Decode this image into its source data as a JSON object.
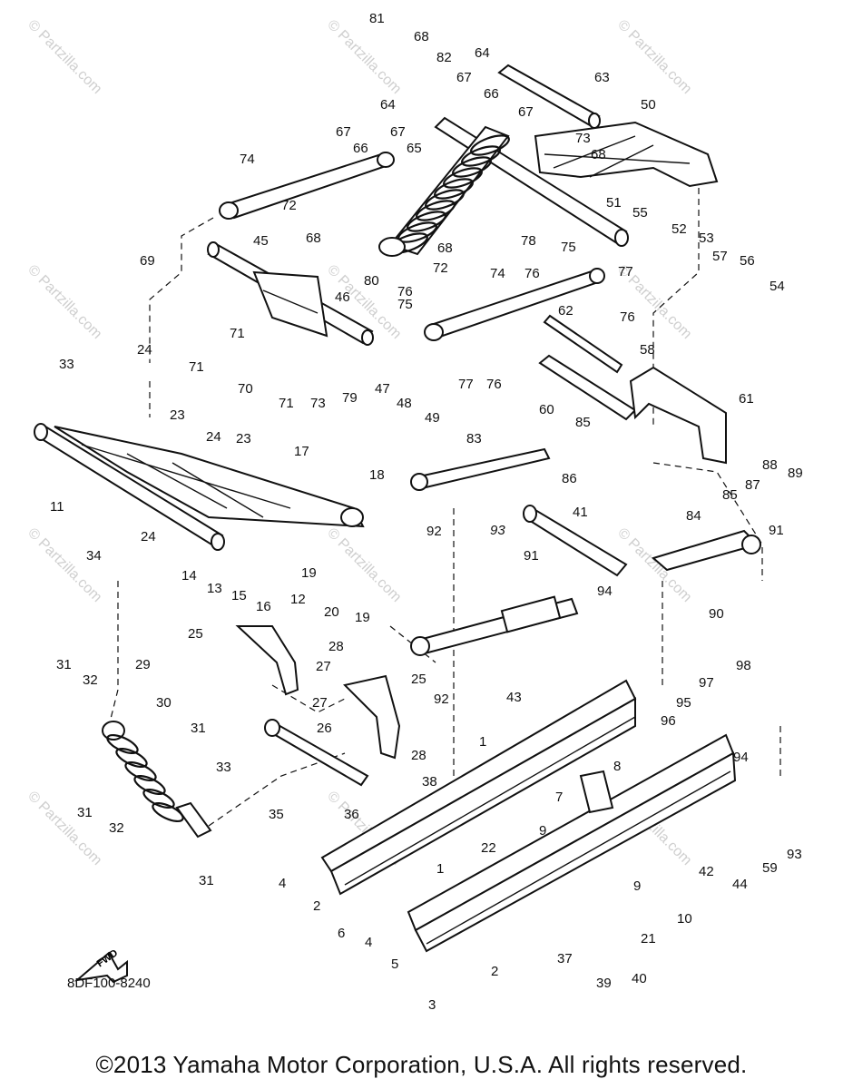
{
  "diagram": {
    "code": "8DF100-8240",
    "fwd_label": "FWD",
    "watermark": "© Partzilla.com",
    "watermark_center": "partzilla",
    "copyright": "©2013 Yamaha Motor Corporation, U.S.A. All rights reserved.",
    "callouts": [
      "81",
      "68",
      "82",
      "64",
      "67",
      "66",
      "63",
      "50",
      "67",
      "73",
      "68",
      "74",
      "64",
      "67",
      "66",
      "67",
      "65",
      "51",
      "55",
      "52",
      "53",
      "57",
      "56",
      "54",
      "72",
      "68",
      "78",
      "75",
      "76",
      "77",
      "76",
      "45",
      "68",
      "72",
      "74",
      "80",
      "76",
      "75",
      "69",
      "46",
      "62",
      "58",
      "61",
      "24",
      "33",
      "71",
      "70",
      "71",
      "79",
      "47",
      "48",
      "49",
      "77",
      "76",
      "71",
      "73",
      "60",
      "23",
      "24",
      "23",
      "85",
      "86",
      "83",
      "17",
      "18",
      "11",
      "34",
      "24",
      "14",
      "13",
      "15",
      "16",
      "12",
      "19",
      "20",
      "19",
      "92",
      "93",
      "41",
      "91",
      "87",
      "88",
      "89",
      "85",
      "84",
      "91",
      "90",
      "25",
      "28",
      "27",
      "25",
      "94",
      "92",
      "31",
      "32",
      "29",
      "30",
      "27",
      "26",
      "28",
      "43",
      "1",
      "31",
      "33",
      "8",
      "98",
      "97",
      "95",
      "96",
      "94",
      "31",
      "32",
      "35",
      "36",
      "38",
      "7",
      "9",
      "22",
      "93",
      "59",
      "44",
      "42",
      "31",
      "4",
      "2",
      "6",
      "4",
      "1",
      "9",
      "10",
      "21",
      "5",
      "37",
      "40",
      "39",
      "2",
      "3"
    ]
  }
}
